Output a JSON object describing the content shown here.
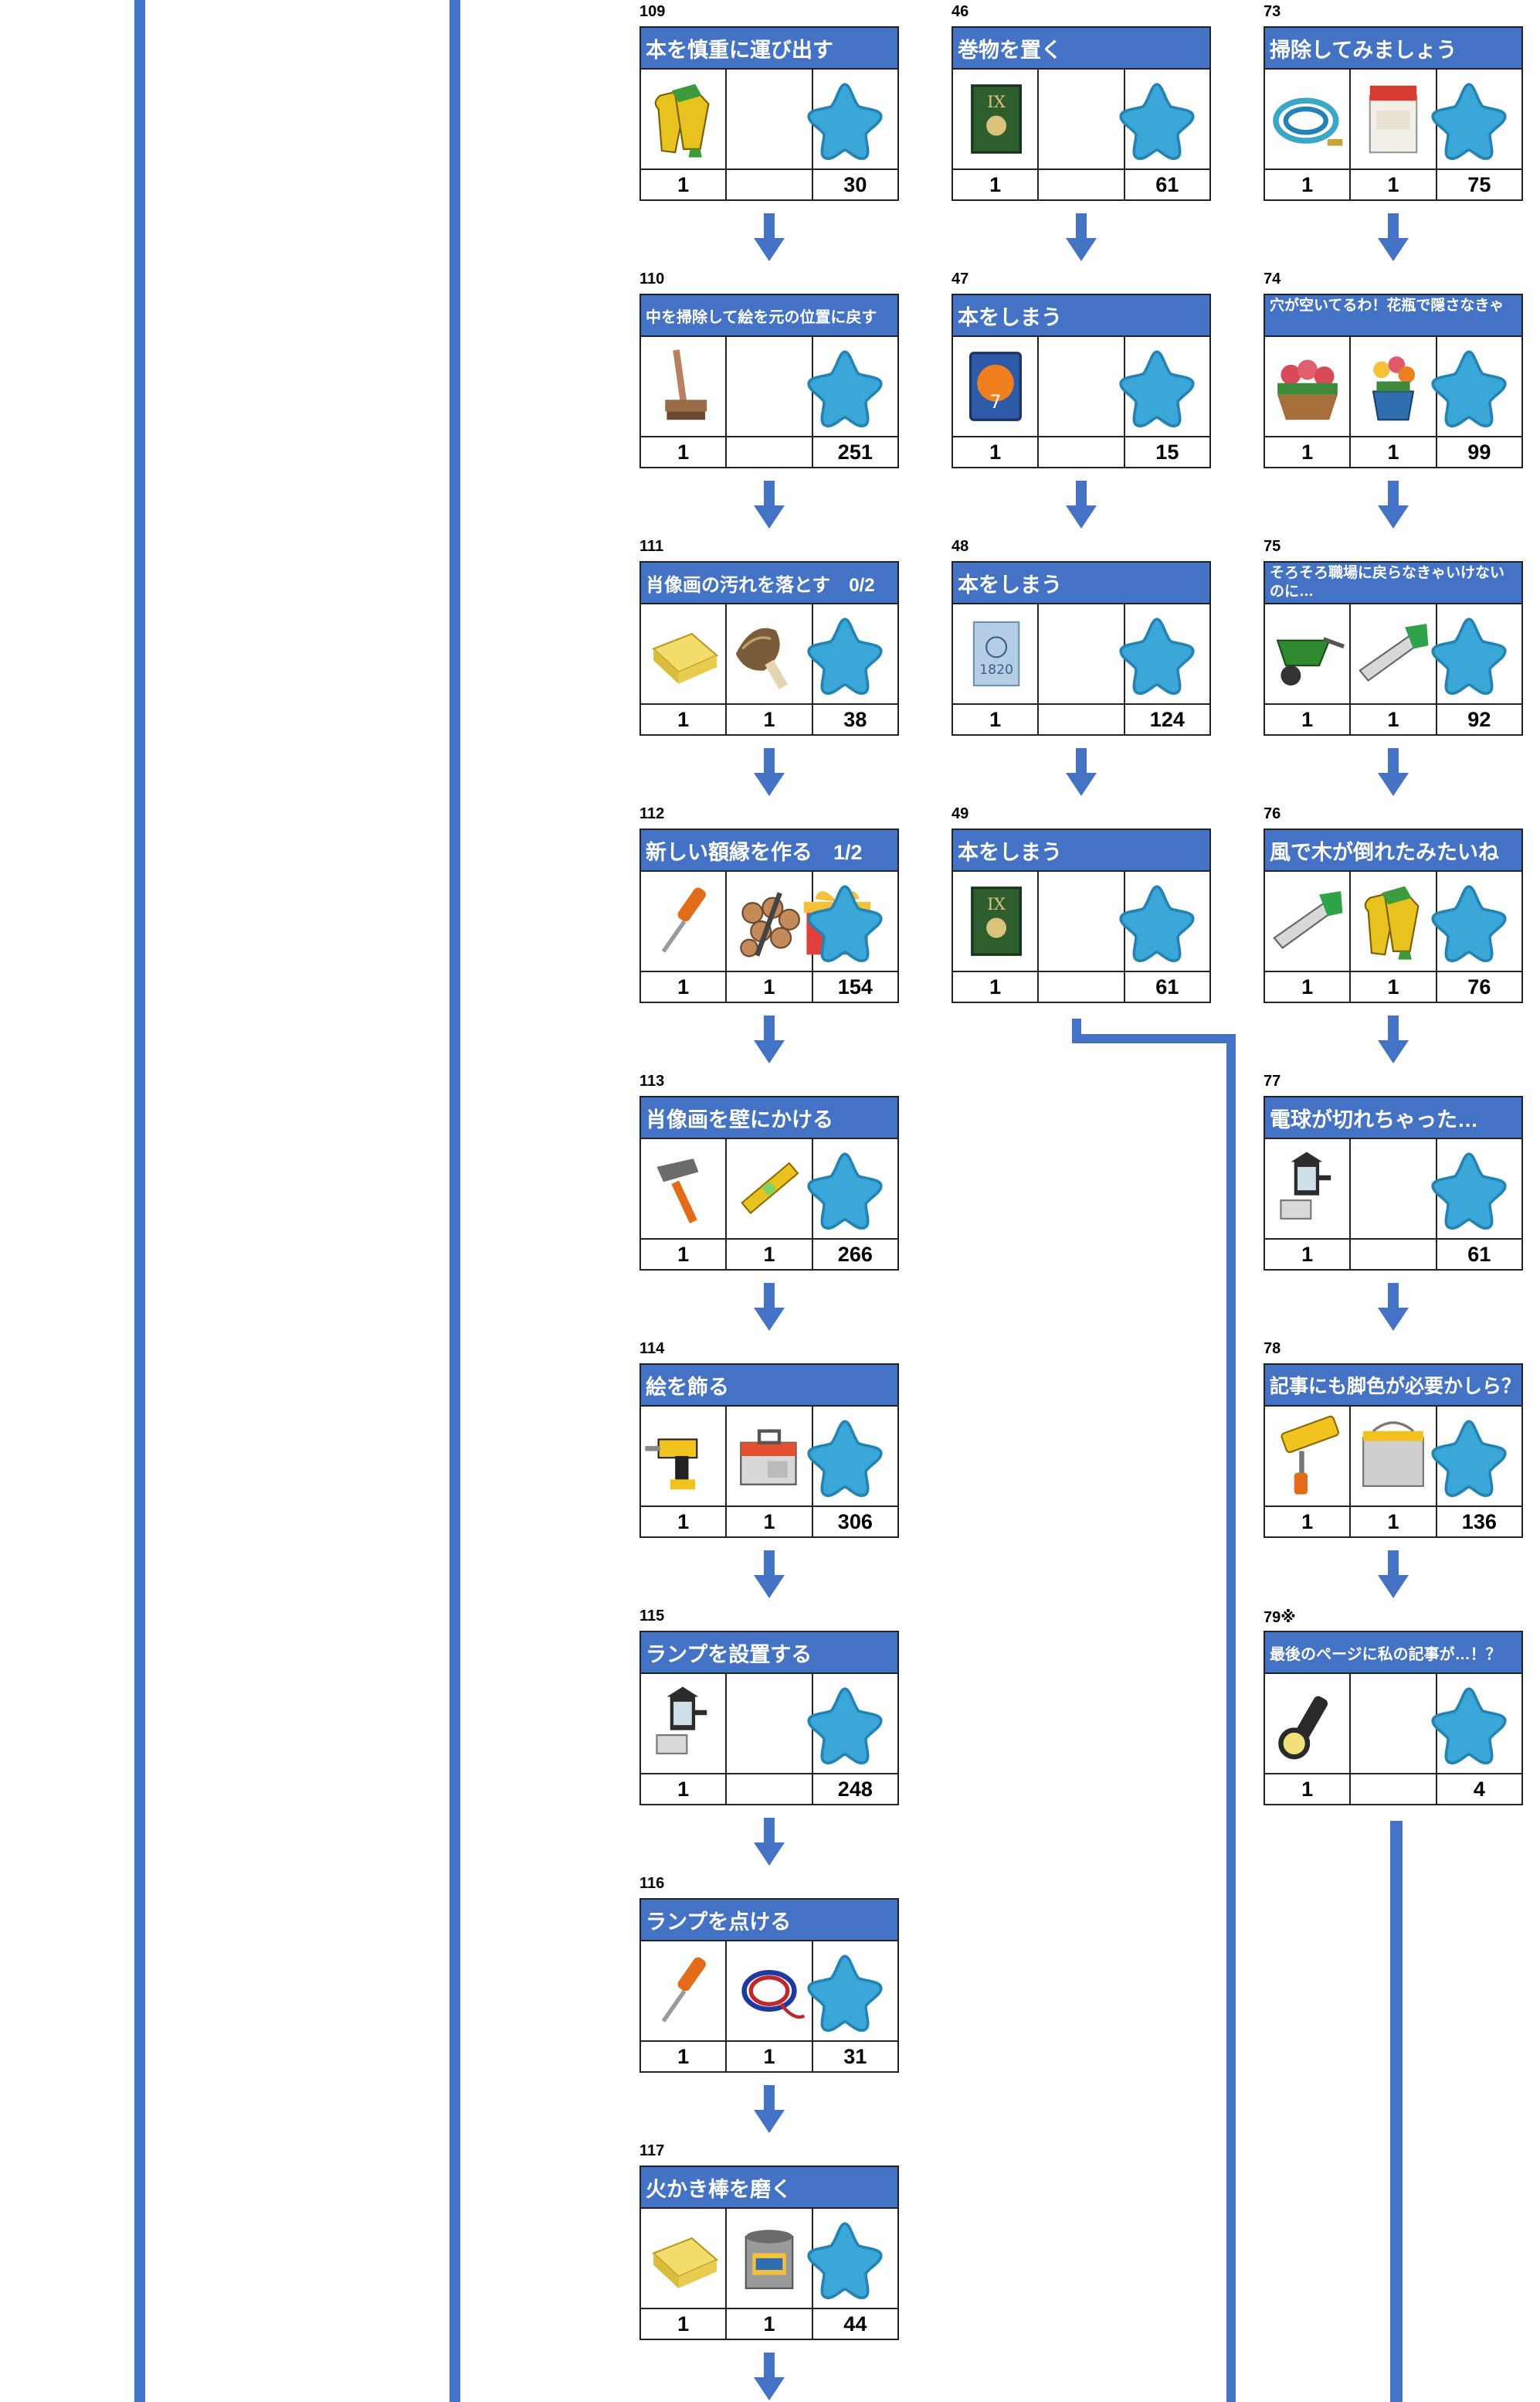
{
  "columns": [
    {
      "quests": [
        {
          "number": "109",
          "title": "本を慎重に運び出す",
          "items": [
            {
              "icon": "gloves-icon",
              "count": "1"
            },
            {
              "icon": "",
              "count": ""
            }
          ],
          "reward": "30"
        },
        {
          "number": "110",
          "title": "中を掃除して絵を元の位置に戻す",
          "items": [
            {
              "icon": "broom-icon",
              "count": "1"
            },
            {
              "icon": "",
              "count": ""
            }
          ],
          "reward": "251"
        },
        {
          "number": "111",
          "title": "肖像画の汚れを落とす　0/2",
          "items": [
            {
              "icon": "cloth-icon",
              "count": "1"
            },
            {
              "icon": "feather-duster-icon",
              "count": "1"
            }
          ],
          "reward": "38"
        },
        {
          "number": "112",
          "title": "新しい額縁を作る　1/2",
          "items": [
            {
              "icon": "screwdriver-icon",
              "count": "1"
            },
            {
              "icon": "firewood-icon",
              "count": "1"
            }
          ],
          "reward": "154",
          "bonus": "gift-icon"
        },
        {
          "number": "113",
          "title": "肖像画を壁にかける",
          "items": [
            {
              "icon": "hammer-icon",
              "count": "1"
            },
            {
              "icon": "level-icon",
              "count": "1"
            }
          ],
          "reward": "266"
        },
        {
          "number": "114",
          "title": "絵を飾る",
          "items": [
            {
              "icon": "drill-icon",
              "count": "1"
            },
            {
              "icon": "toolbox-icon",
              "count": "1"
            }
          ],
          "reward": "306"
        },
        {
          "number": "115",
          "title": "ランプを設置する",
          "items": [
            {
              "icon": "wall-lamp-icon",
              "count": "1"
            },
            {
              "icon": "",
              "count": ""
            }
          ],
          "reward": "248"
        },
        {
          "number": "116",
          "title": "ランプを点ける",
          "items": [
            {
              "icon": "screwdriver-icon",
              "count": "1"
            },
            {
              "icon": "wire-icon",
              "count": "1"
            }
          ],
          "reward": "31"
        },
        {
          "number": "117",
          "title": "火かき棒を磨く",
          "items": [
            {
              "icon": "cloth-icon",
              "count": "1"
            },
            {
              "icon": "paint-can-icon",
              "count": "1"
            }
          ],
          "reward": "44"
        }
      ]
    },
    {
      "quests": [
        {
          "number": "46",
          "title": "巻物を置く",
          "items": [
            {
              "icon": "book-icon",
              "count": "1"
            },
            {
              "icon": "",
              "count": ""
            }
          ],
          "reward": "61"
        },
        {
          "number": "47",
          "title": "本をしまう",
          "items": [
            {
              "icon": "card-book-icon",
              "count": "1"
            },
            {
              "icon": "",
              "count": ""
            }
          ],
          "reward": "15"
        },
        {
          "number": "48",
          "title": "本をしまう",
          "items": [
            {
              "icon": "1820-book-icon",
              "count": "1"
            },
            {
              "icon": "",
              "count": ""
            }
          ],
          "reward": "124"
        },
        {
          "number": "49",
          "title": "本をしまう",
          "items": [
            {
              "icon": "book-icon",
              "count": "1"
            },
            {
              "icon": "",
              "count": ""
            }
          ],
          "reward": "61"
        }
      ]
    },
    {
      "quests": [
        {
          "number": "73",
          "title": "掃除してみましょう",
          "items": [
            {
              "icon": "hose-icon",
              "count": "1"
            },
            {
              "icon": "detergent-box-icon",
              "count": "1"
            }
          ],
          "reward": "75"
        },
        {
          "number": "74",
          "title": "穴が空いてるわ！花瓶で隠さなきゃ",
          "items": [
            {
              "icon": "flower-basket-icon",
              "count": "1"
            },
            {
              "icon": "flower-pot-icon",
              "count": "1"
            }
          ],
          "reward": "99"
        },
        {
          "number": "75",
          "title": "そろそろ職場に戻らなきゃいけないのに…",
          "items": [
            {
              "icon": "wheelbarrow-icon",
              "count": "1"
            },
            {
              "icon": "saw-icon",
              "count": "1"
            }
          ],
          "reward": "92"
        },
        {
          "number": "76",
          "title": "風で木が倒れたみたいね",
          "items": [
            {
              "icon": "saw-icon",
              "count": "1"
            },
            {
              "icon": "gloves-icon",
              "count": "1"
            }
          ],
          "reward": "76"
        },
        {
          "number": "77",
          "title": "電球が切れちゃった…",
          "items": [
            {
              "icon": "wall-lamp-icon",
              "count": "1"
            },
            {
              "icon": "",
              "count": ""
            }
          ],
          "reward": "61"
        },
        {
          "number": "78",
          "title": "記事にも脚色が必要かしら？",
          "items": [
            {
              "icon": "paint-roller-icon",
              "count": "1"
            },
            {
              "icon": "paint-bucket-icon",
              "count": "1"
            }
          ],
          "reward": "136"
        },
        {
          "number": "79※",
          "title": "最後のページに私の記事が…！？",
          "items": [
            {
              "icon": "flashlight-icon",
              "count": "1"
            },
            {
              "icon": "",
              "count": ""
            }
          ],
          "reward": "4"
        }
      ]
    }
  ],
  "colors": {
    "accent": "#4472c4",
    "border": "#222222",
    "reward_star": "#3aa7d8"
  }
}
